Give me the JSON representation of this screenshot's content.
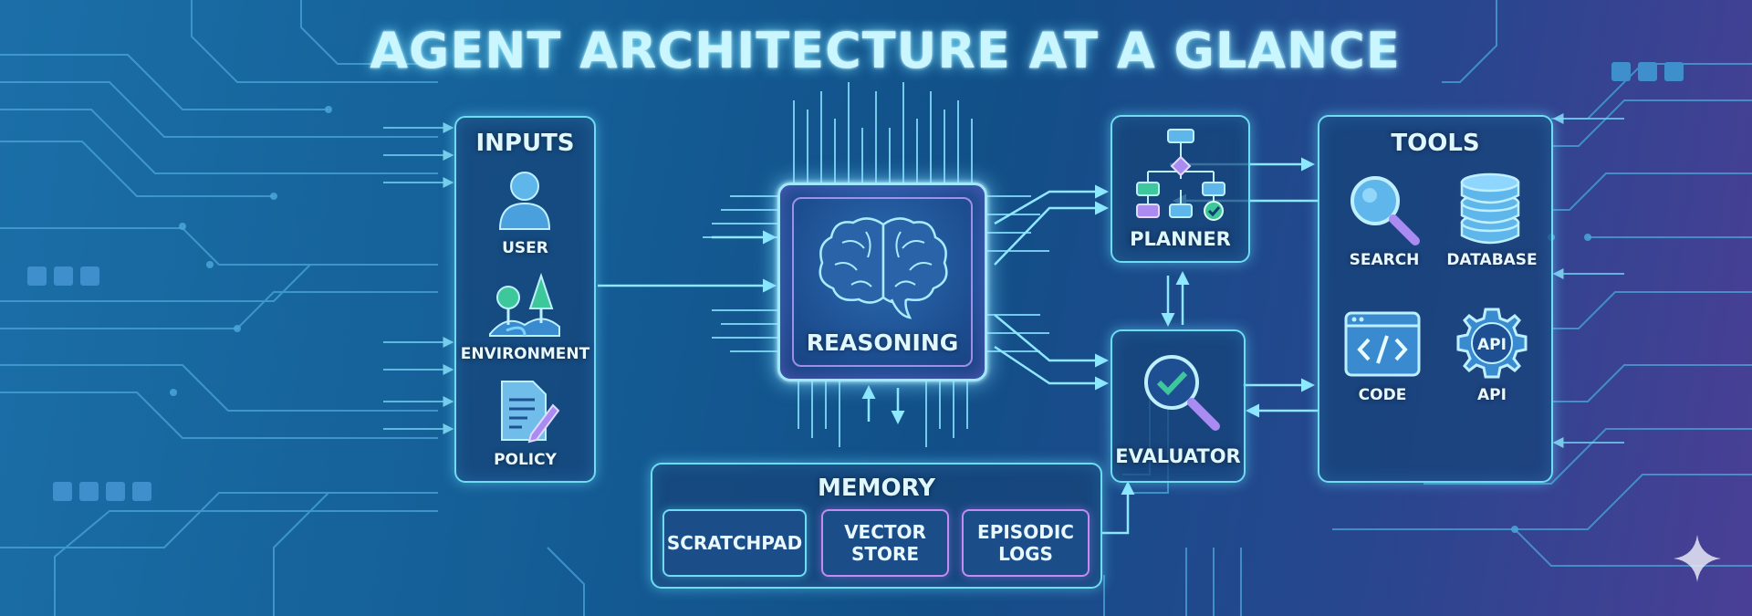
{
  "title": "AGENT ARCHITECTURE AT A GLANCE",
  "inputs": {
    "heading": "INPUTS",
    "items": [
      {
        "label": "USER",
        "icon": "user-icon"
      },
      {
        "label": "ENVIRONMENT",
        "icon": "tree-landscape-icon"
      },
      {
        "label": "POLICY",
        "icon": "document-pencil-icon"
      }
    ]
  },
  "reasoning": {
    "label": "REASONING",
    "icon": "brain-icon"
  },
  "memory": {
    "heading": "MEMORY",
    "items": [
      {
        "line1": "SCRATCHPAD",
        "line2": ""
      },
      {
        "line1": "VECTOR",
        "line2": "STORE"
      },
      {
        "line1": "EPISODIC",
        "line2": "LOGS"
      }
    ]
  },
  "planner": {
    "label": "PLANNER",
    "icon": "flowchart-icon"
  },
  "evaluator": {
    "label": "EVALUATOR",
    "icon": "magnifier-check-icon"
  },
  "tools": {
    "heading": "TOOLS",
    "items": [
      {
        "label": "SEARCH",
        "icon": "search-icon"
      },
      {
        "label": "DATABASE",
        "icon": "database-icon"
      },
      {
        "label": "CODE",
        "icon": "code-window-icon"
      },
      {
        "label": "API",
        "icon": "api-gear-icon",
        "badge": "API"
      }
    ]
  },
  "colors": {
    "accent": "#6fdcf2",
    "glow": "#9fe9ff",
    "purple": "#c48bf2",
    "green": "#4fd39a"
  }
}
